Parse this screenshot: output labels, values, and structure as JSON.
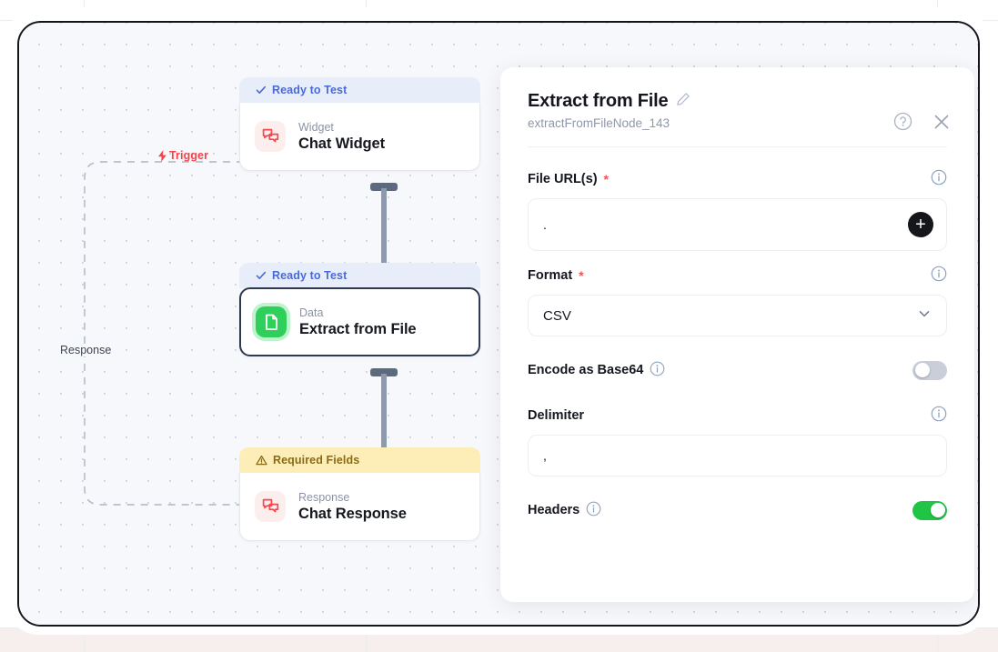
{
  "canvas": {
    "trigger_label": "Trigger",
    "response_label": "Response",
    "trigger_icon": "lightning-bolt-icon",
    "nodes": [
      {
        "status": "Ready to Test",
        "status_icon": "check-icon",
        "kind": "Widget",
        "title": "Chat Widget",
        "icon": "chat-bubbles-icon",
        "selected": false
      },
      {
        "status": "Ready to Test",
        "status_icon": "check-icon",
        "kind": "Data",
        "title": "Extract from File",
        "icon": "file-document-icon",
        "selected": true
      },
      {
        "status": "Required Fields",
        "status_icon": "warning-triangle-icon",
        "kind": "Response",
        "title": "Chat Response",
        "icon": "chat-bubbles-icon",
        "selected": false
      }
    ]
  },
  "panel": {
    "title": "Extract from File",
    "edit_icon": "pencil-icon",
    "node_id": "extractFromFileNode_143",
    "help_icon": "question-circle-icon",
    "close_icon": "close-icon",
    "fields": {
      "file_urls": {
        "label": "File URL(s)",
        "required_marker": "*",
        "value": ".",
        "info_icon": "info-icon",
        "add_icon": "plus-icon"
      },
      "format": {
        "label": "Format",
        "required_marker": "*",
        "value": "CSV",
        "info_icon": "info-icon",
        "chevron_icon": "chevron-down-icon"
      },
      "encode_base64": {
        "label": "Encode as Base64",
        "info_icon": "info-icon",
        "state": "off"
      },
      "delimiter": {
        "label": "Delimiter",
        "value": ",",
        "info_icon": "info-icon"
      },
      "headers": {
        "label": "Headers",
        "info_icon": "info-icon",
        "state": "on"
      }
    }
  },
  "colors": {
    "accent_red": "#f4424a",
    "ready_blue": "#4a6bd6",
    "required_yellow": "#fdeeb8",
    "toggle_on_green": "#21c545",
    "data_icon_green": "#2ecf5b",
    "selected_border": "#2d3a52"
  }
}
